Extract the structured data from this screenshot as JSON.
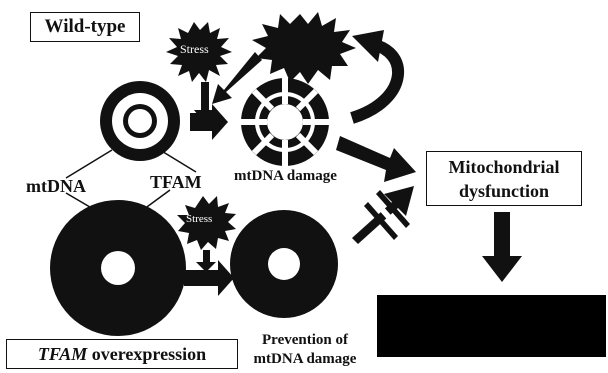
{
  "labels": {
    "wild_type": "Wild-type",
    "stress_top": "Stress",
    "stress_bottom": "Stress",
    "mtdna": "mtDNA",
    "tfam": "TFAM",
    "mtdna_damage": "mtDNA damage",
    "mito_dysfunction_line1": "Mitochondrial",
    "mito_dysfunction_line2": "dysfunction",
    "tfam_italic": "TFAM",
    "overexpression": " overexpression",
    "prevention_line1": "Prevention of",
    "prevention_line2": "mtDNA damage"
  },
  "colors": {
    "ink": "#111111",
    "background": "#ffffff"
  }
}
